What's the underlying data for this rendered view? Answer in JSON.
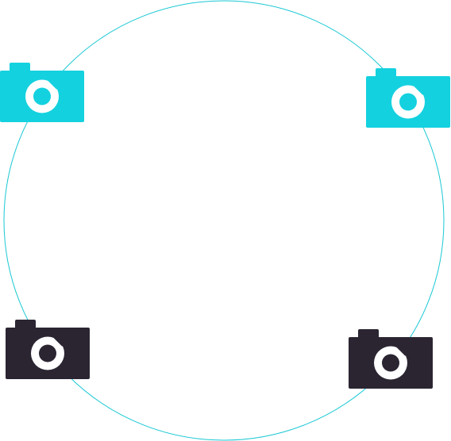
{
  "illustration": {
    "ring_color": "#1ac8d4",
    "cameras": [
      {
        "name": "camera-icon-top-left",
        "color": "#14d1df"
      },
      {
        "name": "camera-icon-top-right",
        "color": "#14d1df"
      },
      {
        "name": "camera-icon-bottom-left",
        "color": "#2b2532"
      },
      {
        "name": "camera-icon-bottom-right",
        "color": "#2b2532"
      }
    ]
  }
}
